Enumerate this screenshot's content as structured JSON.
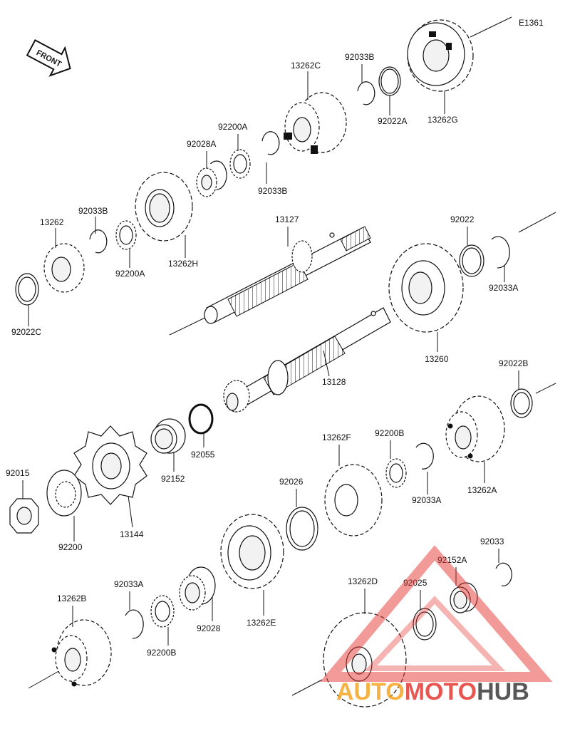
{
  "diagram_code": "E1361",
  "front_label": "FRONT",
  "watermark": {
    "part1": "AUTO",
    "part2": "MOTO",
    "part3": "HUB",
    "color1": "#f5a623",
    "color2": "#e53935",
    "color3": "#3a3a3a"
  },
  "labels": {
    "p13262G": "13262G",
    "p92033B_top": "92033B",
    "p13262C": "13262C",
    "p92022A": "92022A",
    "p92200A_top": "92200A",
    "p92028A": "92028A",
    "p92033B_mid": "92033B",
    "p13262": "13262",
    "p92033B_left": "92033B",
    "p13127": "13127",
    "p92022": "92022",
    "p92200A_left": "92200A",
    "p13262H": "13262H",
    "p92033A_right": "92033A",
    "p92022C": "92022C",
    "p13260": "13260",
    "p13128": "13128",
    "p92022B": "92022B",
    "p13262F": "13262F",
    "p92200B_mid": "92200B",
    "p92152": "92152",
    "p92055": "92055",
    "p92015": "92015",
    "p92026": "92026",
    "p92033A_mid": "92033A",
    "p13262A": "13262A",
    "p92200": "92200",
    "p13144": "13144",
    "p92033": "92033",
    "p92152A": "92152A",
    "p92033A_low": "92033A",
    "p13262B": "13262B",
    "p13262D": "13262D",
    "p92025": "92025",
    "p92028": "92028",
    "p13262E": "13262E",
    "p92200B_low": "92200B"
  }
}
